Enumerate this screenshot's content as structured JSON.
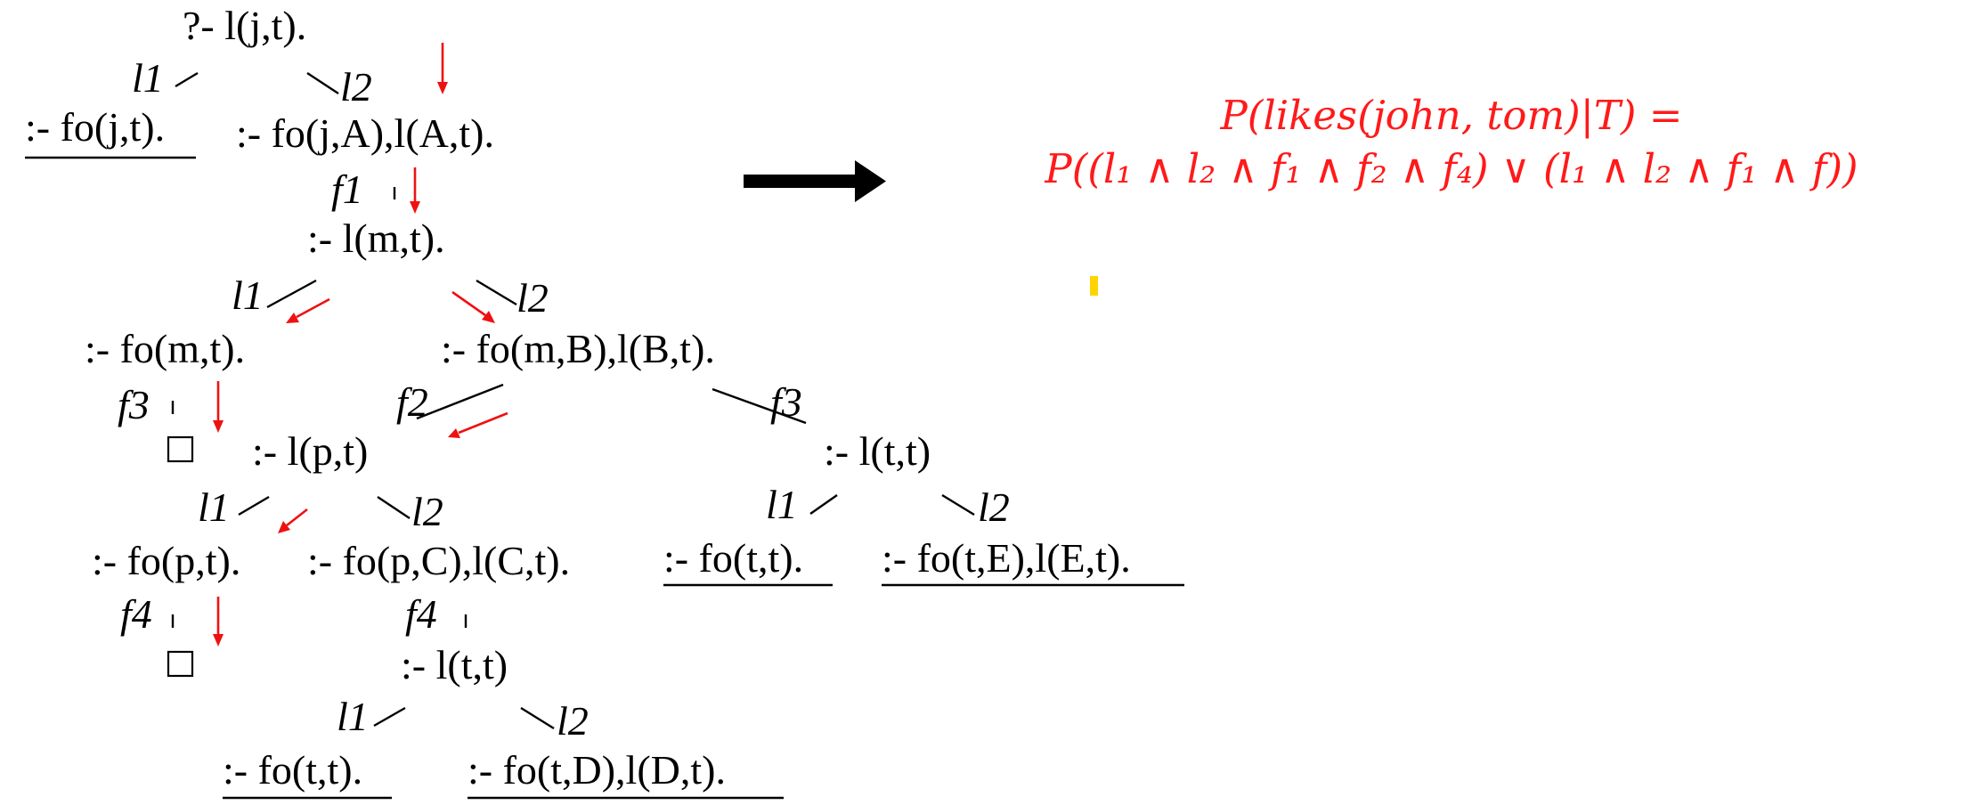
{
  "tree": {
    "root": "?- l(j,t).",
    "n_fo_jt": ":- fo(j,t).",
    "n_fo_jA": ":- fo(j,A),l(A,t).",
    "n_l_mt": ":- l(m,t).",
    "n_fo_mt": ":- fo(m,t).",
    "n_fo_mB": ":- fo(m,B),l(B,t).",
    "n_l_pt": ":- l(p,t)",
    "n_l_tt_a": ":- l(t,t)",
    "n_fo_pt": ":- fo(p,t).",
    "n_fo_pC": ":- fo(p,C),l(C,t).",
    "n_fo_tt_a": ":- fo(t,t).",
    "n_fo_tE": ":- fo(t,E),l(E,t).",
    "n_l_tt_b": ":- l(t,t)",
    "n_fo_tt_b": ":- fo(t,t).",
    "n_fo_tD": ":- fo(t,D),l(D,t).",
    "e_l1": "l1",
    "e_l2": "l2",
    "e_f1": "f1",
    "e_f2": "f2",
    "e_f3": "f3",
    "e_f4": "f4"
  },
  "formula": {
    "line1": "P(likes(john, tom)|T) =",
    "line2": "P((l₁ ∧ l₂ ∧ f₁ ∧ f₂ ∧ f₄) ∨ (l₁ ∧ l₂ ∧ f₁ ∧ f))"
  },
  "colors": {
    "annotation": "#ee1111",
    "formula": "#ff1a1a",
    "marker": "#ffd400",
    "text": "#000000"
  }
}
